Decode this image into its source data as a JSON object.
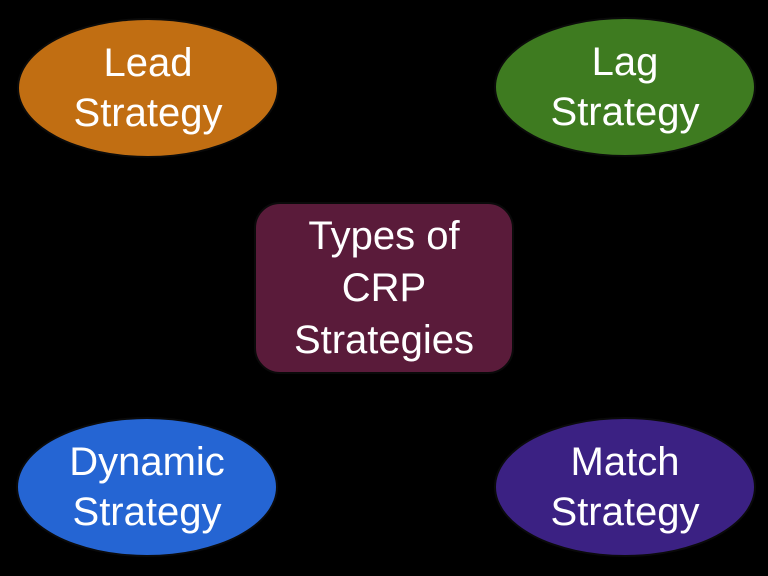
{
  "background_color": "#000000",
  "text_color": "#FFFFFF",
  "center": {
    "lines": [
      "Types of",
      "CRP",
      "Strategies"
    ],
    "color": "#5A1B3A",
    "shape": "rounded-rectangle"
  },
  "nodes": [
    {
      "id": "lead",
      "lines": [
        "Lead",
        "Strategy"
      ],
      "color": "#C16E12",
      "shape": "ellipse",
      "position": "top-left"
    },
    {
      "id": "lag",
      "lines": [
        "Lag",
        "Strategy"
      ],
      "color": "#3E7B20",
      "shape": "ellipse",
      "position": "top-right"
    },
    {
      "id": "dynamic",
      "lines": [
        "Dynamic",
        "Strategy"
      ],
      "color": "#2565D3",
      "shape": "ellipse",
      "position": "bottom-left"
    },
    {
      "id": "match",
      "lines": [
        "Match",
        "Strategy"
      ],
      "color": "#3B2183",
      "shape": "ellipse",
      "position": "bottom-right"
    }
  ]
}
